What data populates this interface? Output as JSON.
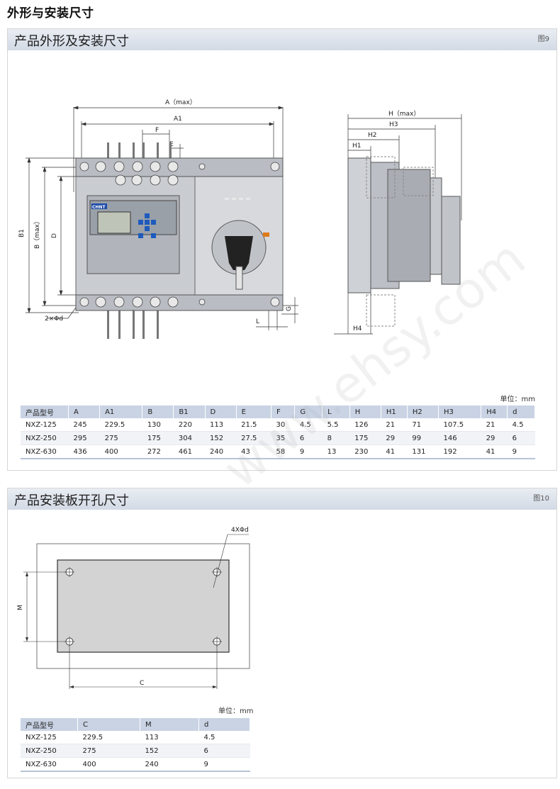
{
  "page_title": "外形与安装尺寸",
  "sections": [
    {
      "title": "产品外形及安装尺寸",
      "figure_label": "图9",
      "unit": "单位：mm",
      "drawing_labels": {
        "A_max": "A（max）",
        "A1": "A1",
        "F": "F",
        "E": "E",
        "B1": "B1",
        "B_max": "B（max）",
        "D": "D",
        "d2": "2×Φd",
        "L": "L",
        "G": "G",
        "H_max": "H（max）",
        "H3": "H3",
        "H2": "H2",
        "H1": "H1",
        "H4": "H4",
        "brand": "CHNT"
      },
      "table": {
        "headers": [
          "产品型号",
          "A",
          "A1",
          "B",
          "B1",
          "D",
          "E",
          "F",
          "G",
          "L",
          "H",
          "H1",
          "H2",
          "H3",
          "H4",
          "d"
        ],
        "rows": [
          [
            "NXZ-125",
            "245",
            "229.5",
            "130",
            "220",
            "113",
            "21.5",
            "30",
            "4.5",
            "5.5",
            "126",
            "21",
            "71",
            "107.5",
            "21",
            "4.5"
          ],
          [
            "NXZ-250",
            "295",
            "275",
            "175",
            "304",
            "152",
            "27.5",
            "35",
            "6",
            "8",
            "175",
            "29",
            "99",
            "146",
            "29",
            "6"
          ],
          [
            "NXZ-630",
            "436",
            "400",
            "272",
            "461",
            "240",
            "43",
            "58",
            "9",
            "13",
            "230",
            "41",
            "131",
            "192",
            "41",
            "9"
          ]
        ]
      }
    },
    {
      "title": "产品安装板开孔尺寸",
      "figure_label": "图10",
      "unit": "单位：mm",
      "drawing_labels": {
        "holes": "4XΦd",
        "M": "M",
        "C": "C"
      },
      "table": {
        "headers": [
          "产品型号",
          "C",
          "M",
          "d"
        ],
        "rows": [
          [
            "NXZ-125",
            "229.5",
            "113",
            "4.5"
          ],
          [
            "NXZ-250",
            "275",
            "152",
            "6"
          ],
          [
            "NXZ-630",
            "400",
            "240",
            "9"
          ]
        ]
      }
    }
  ],
  "watermark": "www.ehsy.com"
}
